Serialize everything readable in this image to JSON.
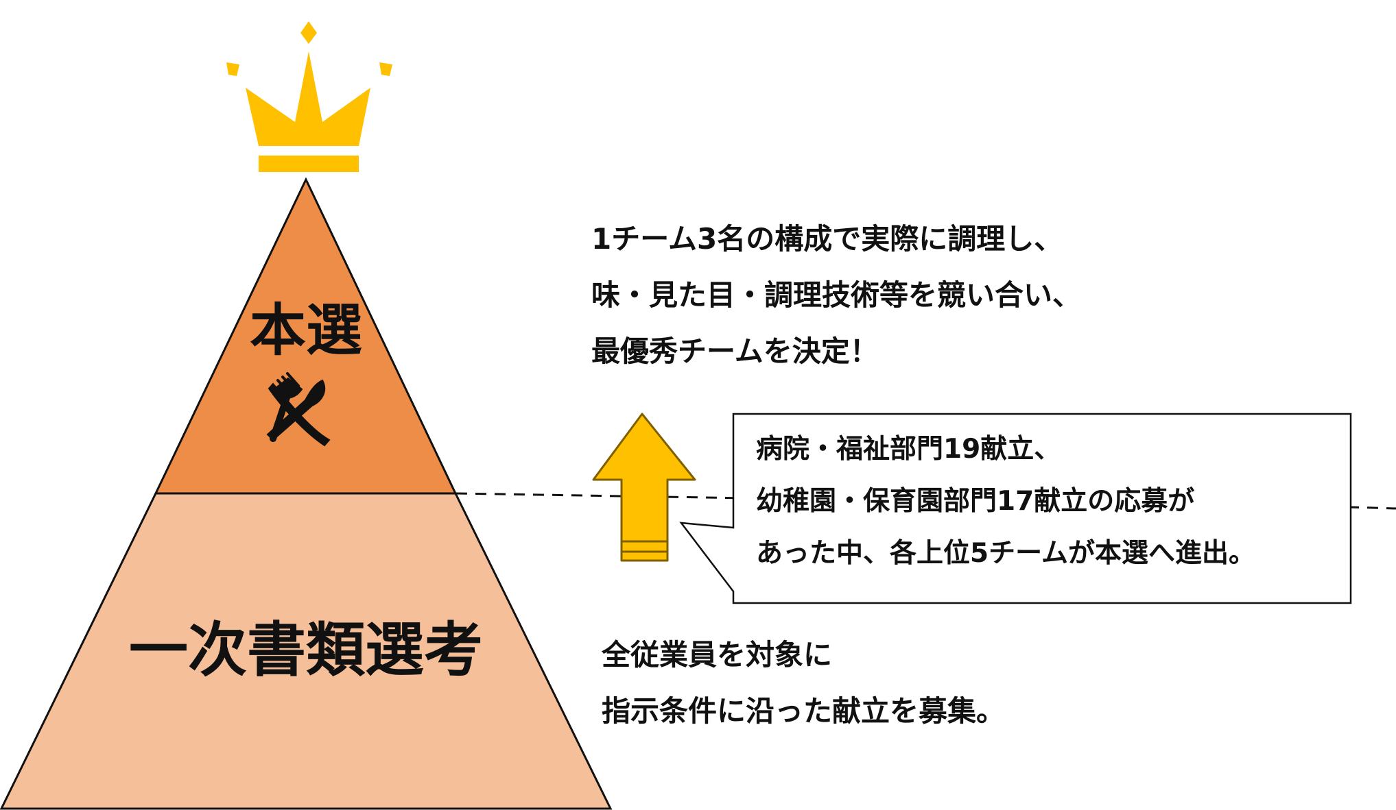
{
  "colors": {
    "final_tier": "#ED8D47",
    "first_tier": "#F5BF9A",
    "crown": "#FFC000",
    "arrow": "#FFC000",
    "arrow_outline": "#7F6000",
    "line": "#111111"
  },
  "pyramid": {
    "final_tier_label": "本選",
    "first_tier_label": "一次書類選考",
    "final_tier_icon": "fork-knife-icon",
    "top_icon": "crown-icon"
  },
  "final_description": {
    "lines": [
      "1チーム3名の構成で実際に調理し、",
      "味・見た目・調理技術等を競い合い、",
      "最優秀チームを決定！"
    ]
  },
  "callout": {
    "lines": [
      "病院・福祉部門19献立、",
      "幼稚園・保育園部門17献立の応募が",
      "あった中、各上位5チームが本選へ進出。"
    ]
  },
  "first_description": {
    "lines": [
      "全従業員を対象に",
      "指示条件に沿った献立を募集。"
    ]
  }
}
